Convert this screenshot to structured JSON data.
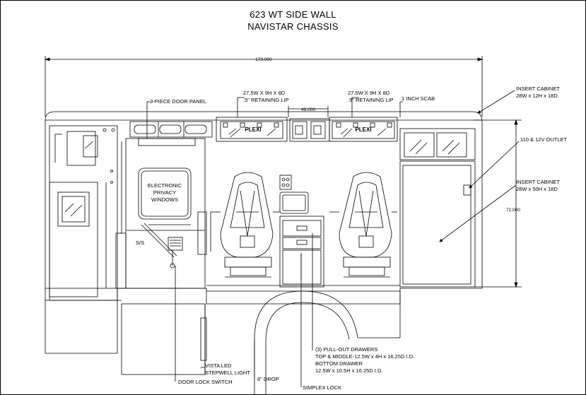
{
  "header": {
    "title": "623 WT SIDE WALL",
    "subtitle": "NAVISTAR CHASSIS"
  },
  "dimensions": {
    "overall_length": "173.000",
    "overall_height": "72.000",
    "cabinet_span": "46.000"
  },
  "labels": {
    "door_panel": "3-PIECE DOOR PANEL",
    "cabinet_left_line1": "27.5W X 9H X 8D",
    "cabinet_left_line2": ".5\" RETAINING LIP",
    "cabinet_right_line1": "27.5W X 9H X 8D",
    "cabinet_right_line2": ".5\" RETAINING LIP",
    "scab": "1 INCH SCAB",
    "insert_top_line1": "INSERT CABINET",
    "insert_top_line2": "28W x 12H x 18D",
    "outlet": "110 & 12V OUTLET",
    "insert_bottom_line1": "INSERT CABINET",
    "insert_bottom_line2": "28W x 50H x 18D",
    "privacy_line1": "ELECTRONIC",
    "privacy_line2": "PRIVACY",
    "privacy_line3": "WINDOWS",
    "plexi_left": "PLEXI",
    "plexi_right": "PLEXI",
    "ss": "S/S",
    "drawers_line1": "(3) PULL-OUT DRAWERS",
    "drawers_line2": "TOP & MIDDLE-12.5W x 4H x 16.25D I.D.",
    "drawers_line3": "BOTTOM DRAWER",
    "drawers_line4": "12.5W x 10.5H x 16.25D I.D.",
    "stepwell_line1": "VISTA LED",
    "stepwell_line2": "STEPWELL LIGHT",
    "door_lock": "DOOR LOCK SWITCH",
    "drop": "6\" DROP",
    "simplex": "SIMPLEX LOCK"
  }
}
